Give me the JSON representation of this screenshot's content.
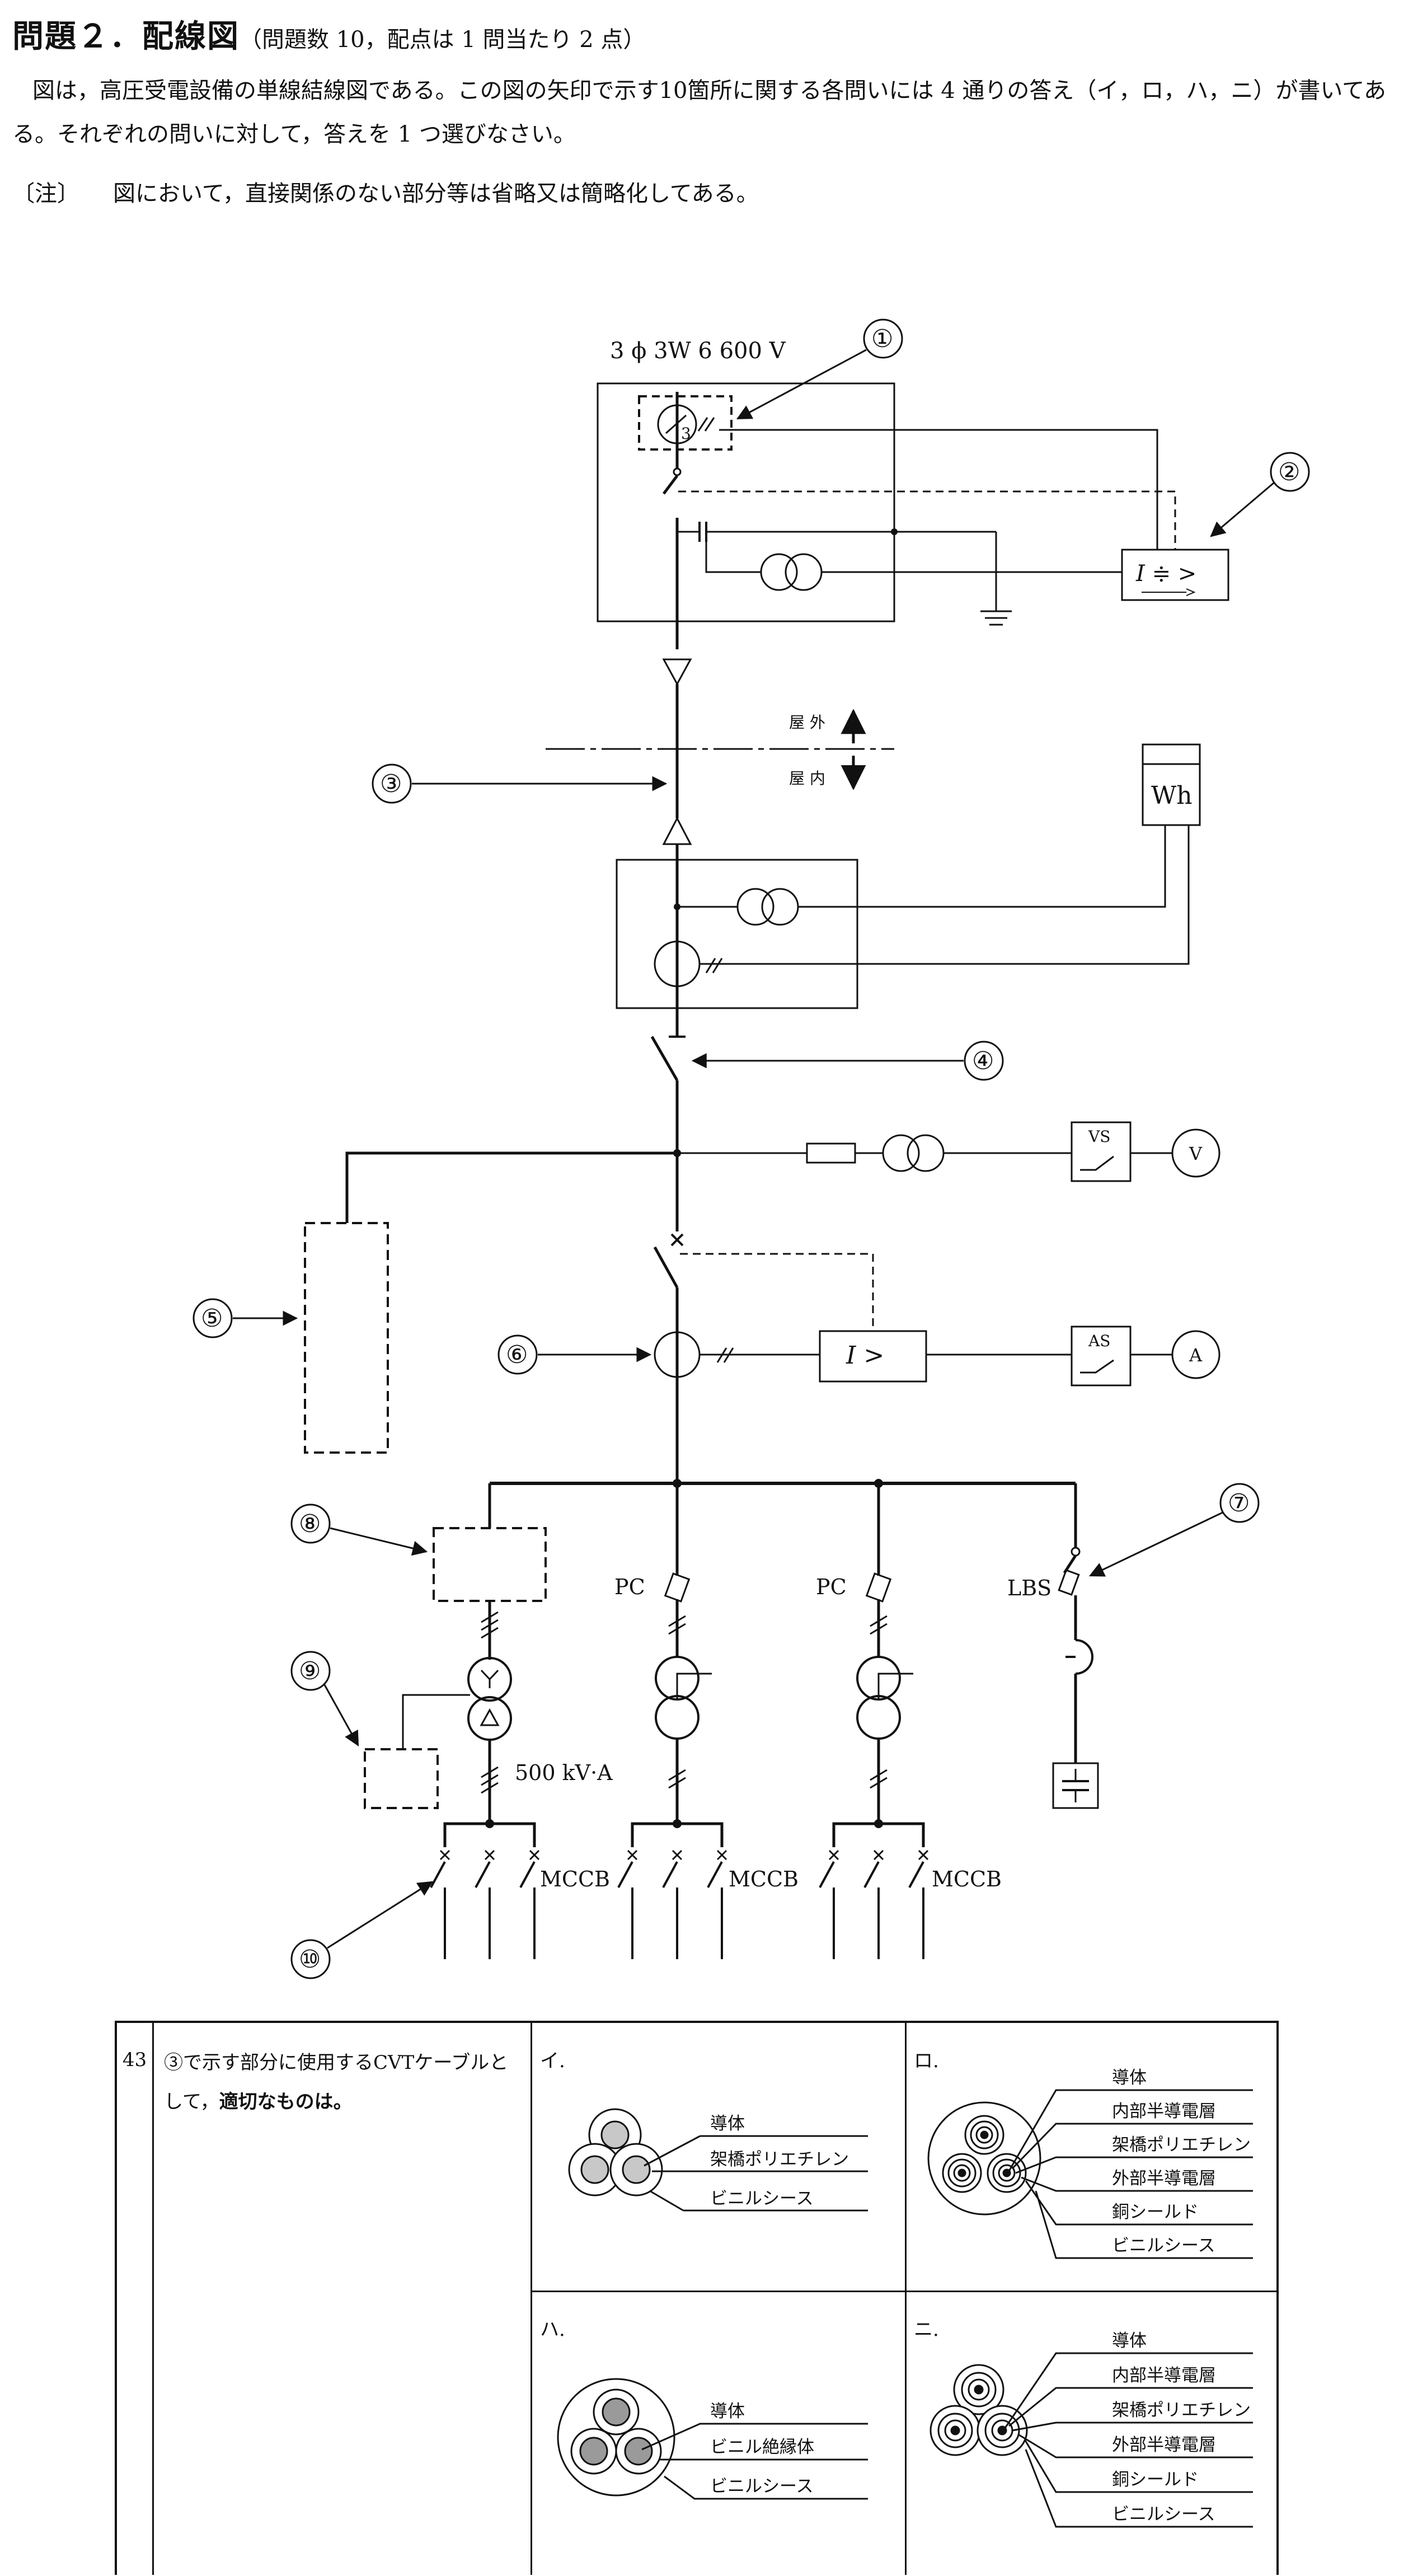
{
  "header": {
    "title": "問題２．配線図",
    "title_note": "（問題数 10，配点は 1 問当たり 2 点）",
    "intro": "図は，高圧受電設備の単線結線図である。この図の矢印で示す10箇所に関する各問いには 4 通りの答え（イ，ロ，ハ，ニ）が書いてある。それぞれの問いに対して，答えを 1 つ選びなさい。",
    "note_label": "〔注〕",
    "note_text": "図において，直接関係のない部分等は省略又は簡略化してある。"
  },
  "diagram": {
    "supply": "3 ϕ 3W  6 600 V",
    "numbers": [
      "①",
      "②",
      "③",
      "④",
      "⑤",
      "⑥",
      "⑦",
      "⑧",
      "⑨",
      "⑩"
    ],
    "outdoor": "屋 外",
    "indoor": "屋 内",
    "wh": "Wh",
    "vs": "VS",
    "as": "AS",
    "v": "V",
    "a": "A",
    "relay_oc": "I >",
    "relay_g": "I ≑ >",
    "ct_ratio": "3",
    "pc": "PC",
    "lbs": "LBS",
    "capacity": "500 kV·A",
    "mccb": "MCCB"
  },
  "question": {
    "number": "43",
    "text_plain": "③で示す部分に使用するCVTケーブルとして，",
    "text_emph": "適切なものは。",
    "options": [
      {
        "label": "イ.",
        "layers": [
          "導体",
          "架橋ポリエチレン",
          "ビニルシース"
        ]
      },
      {
        "label": "ロ.",
        "layers": [
          "導体",
          "内部半導電層",
          "架橋ポリエチレン",
          "外部半導電層",
          "銅シールド",
          "ビニルシース"
        ]
      },
      {
        "label": "ハ.",
        "layers": [
          "導体",
          "ビニル絶縁体",
          "ビニルシース"
        ]
      },
      {
        "label": "ニ.",
        "layers": [
          "導体",
          "内部半導電層",
          "架橋ポリエチレン",
          "外部半導電層",
          "銅シールド",
          "ビニルシース"
        ]
      }
    ]
  }
}
